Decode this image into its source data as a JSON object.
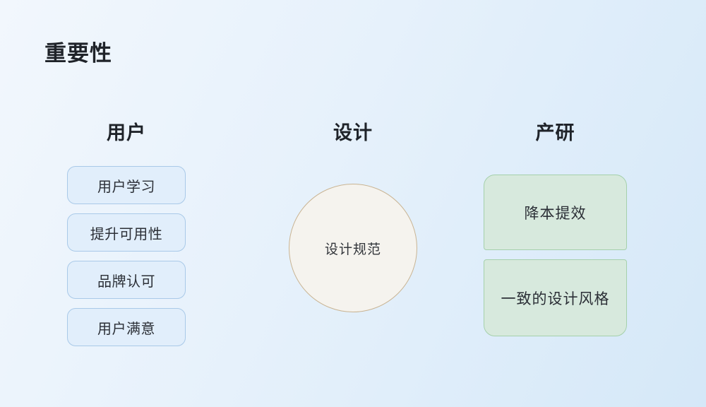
{
  "slide": {
    "title": "重要性",
    "columns": [
      {
        "id": "users",
        "header": "用户",
        "items": [
          "用户学习",
          "提升可用性",
          "品牌认可",
          "用户满意"
        ]
      },
      {
        "id": "design",
        "header": "设计",
        "circle_label": "设计规范"
      },
      {
        "id": "product",
        "header": "产研",
        "items": [
          "降本提效",
          "一致的设计风格"
        ]
      }
    ],
    "colors": {
      "background_start": "#f2f7fd",
      "background_end": "#d5e8f8",
      "blue_box_fill": "#e1eefb",
      "blue_box_border": "#a9c9e8",
      "green_box_fill": "#d7e9dd",
      "green_box_border": "#a5d0ab",
      "circle_fill": "#f5f3ee",
      "circle_border": "#c9b493",
      "text": "#1f2329"
    }
  }
}
